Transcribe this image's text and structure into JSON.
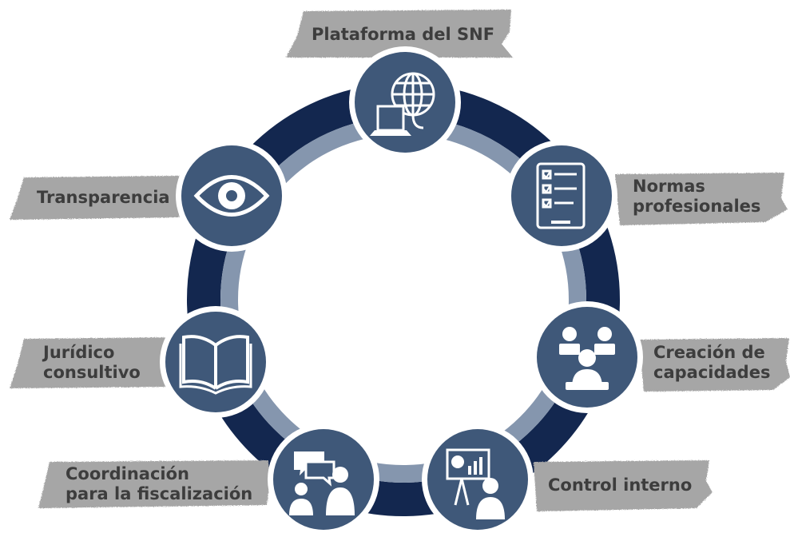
{
  "diagram": {
    "nodes": [
      {
        "id": "plataforma",
        "label_lines": [
          "Plataforma del SNF"
        ],
        "icon": "globe-laptop-icon"
      },
      {
        "id": "normas",
        "label_lines": [
          "Normas",
          "profesionales"
        ],
        "icon": "checklist-tablet-icon"
      },
      {
        "id": "creacion",
        "label_lines": [
          "Creación de",
          "capacidades"
        ],
        "icon": "training-meeting-icon"
      },
      {
        "id": "control",
        "label_lines": [
          "Control interno"
        ],
        "icon": "presentation-icon"
      },
      {
        "id": "coordinacion",
        "label_lines": [
          "Coordinación",
          "para la fiscalización"
        ],
        "icon": "conversation-icon"
      },
      {
        "id": "juridico",
        "label_lines": [
          "Jurídico",
          "consultivo"
        ],
        "icon": "open-book-icon"
      },
      {
        "id": "transparencia",
        "label_lines": [
          "Transparencia"
        ],
        "icon": "eye-icon"
      }
    ],
    "colors": {
      "ring_outer": "#13274f",
      "ring_inner": "#8596ae",
      "node_fill": "#3f5879",
      "label_bg": "#a6a6a6",
      "label_text": "#3d3d3d"
    }
  }
}
